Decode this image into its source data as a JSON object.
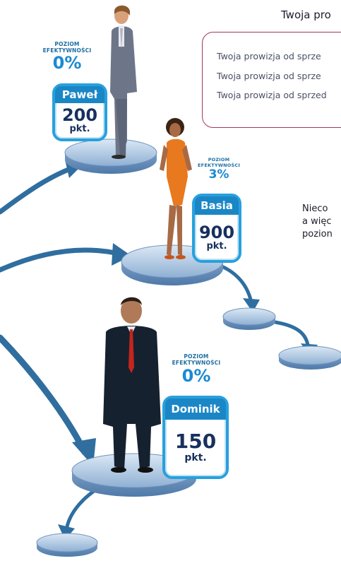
{
  "header": {
    "title": "Twoja pro"
  },
  "commission_box": {
    "lines": [
      "Twoja prowizja od sprze",
      "Twoja prowizja od sprze",
      "Twoja prowizja od sprzed"
    ]
  },
  "description": {
    "lines": [
      "Nieco",
      "a  więc",
      "pozion"
    ]
  },
  "agents": [
    {
      "name": "Paweł",
      "level_label_line1": "POZIOM",
      "level_label_line2": "EFEKTYWNOŚCI",
      "level_value": "0%",
      "points": "200",
      "points_unit": "pkt."
    },
    {
      "name": "Basia",
      "level_label_line1": "POZIOM",
      "level_label_line2": "EFEKTYWNOŚCI",
      "level_value": "3%",
      "points": "900",
      "points_unit": "pkt."
    },
    {
      "name": "Dominik",
      "level_label_line1": "POZIOM",
      "level_label_line2": "EFEKTYWNOŚCI",
      "level_value": "0%",
      "points": "150",
      "points_unit": "pkt."
    }
  ],
  "colors": {
    "accent": "#1a86c6",
    "badge_border": "#29a0dc",
    "arrow": "#2f6e9f",
    "box_border": "#a0375a",
    "platform": "#b9cfe6"
  }
}
